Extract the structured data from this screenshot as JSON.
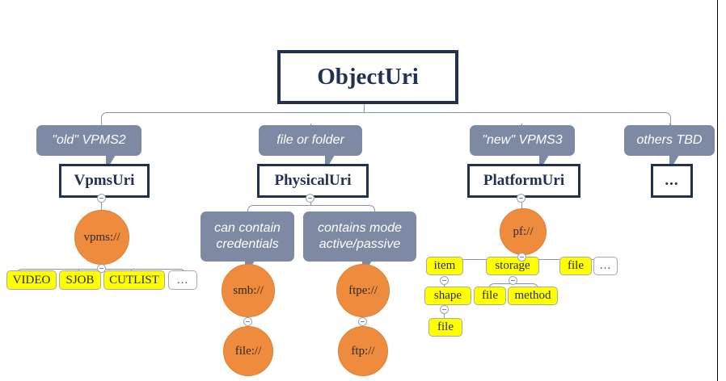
{
  "diagram": {
    "type": "hierarchy-tree",
    "title": "ObjectUri",
    "background_color": "#ffffff",
    "colors": {
      "root_border": "#22314f",
      "class_border": "#22314f",
      "note_fill": "#7e89a4",
      "note_text": "#ffffff",
      "ellipse_fill": "#ef8b3c",
      "ellipse_border": "#d98236",
      "leaf_fill": "#ffff00",
      "leaf_border": "#a8a8a8",
      "connector": "#8b93a8"
    }
  },
  "root": {
    "label": "ObjectUri"
  },
  "notes": {
    "old_vpms2": "\"old\" VPMS2",
    "file_or_folder": "file or folder",
    "new_vpms3": "\"new\" VPMS3",
    "others_tbd": "others TBD",
    "can_contain_credentials_l1": "can contain",
    "can_contain_credentials_l2": "credentials",
    "contains_mode_l1": "contains mode",
    "contains_mode_l2": "active/passive"
  },
  "classes": {
    "vpms_uri": "VpmsUri",
    "physical_uri": "PhysicalUri",
    "platform_uri": "PlatformUri",
    "others": "..."
  },
  "schemes": {
    "vpms": "vpms://",
    "smb": "smb://",
    "file_under_smb": "file://",
    "ftpe": "ftpe://",
    "ftp_under_ftpe": "ftp://",
    "pf": "pf://"
  },
  "leaves": {
    "vpms_children": [
      "VIDEO",
      "SJOB",
      "CUTLIST",
      "..."
    ],
    "pf_children": [
      "item",
      "storage",
      "file",
      "..."
    ],
    "item_children": [
      "shape"
    ],
    "storage_children": [
      "file",
      "method"
    ],
    "shape_children": [
      "file"
    ]
  }
}
